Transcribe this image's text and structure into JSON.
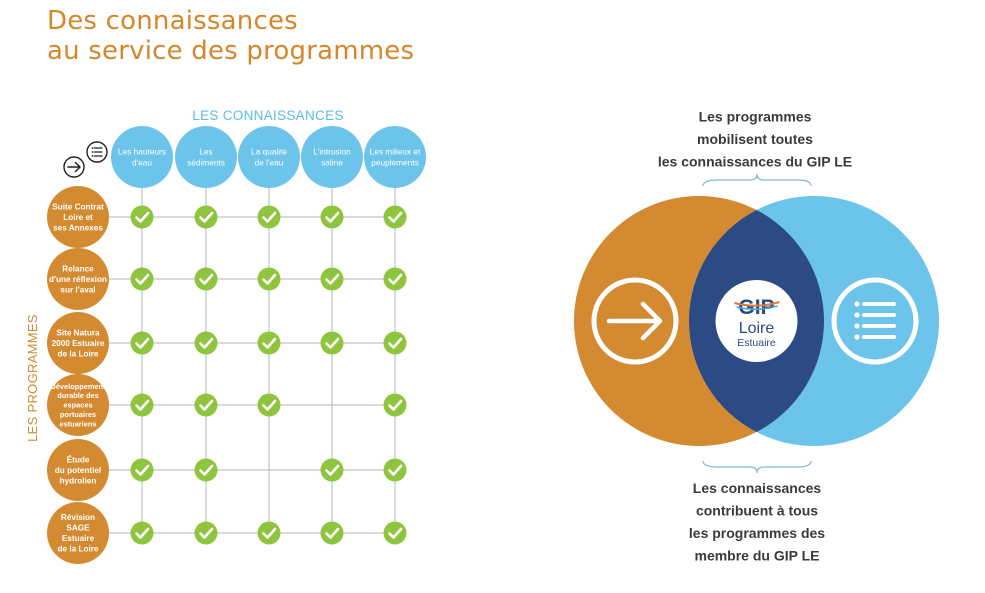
{
  "title": {
    "line1": "Des connaissances",
    "line2": "au service des programmes"
  },
  "colors": {
    "orange": "#d38a30",
    "blue": "#6cc4ea",
    "navy": "#2c4a84",
    "green": "#8fc43e",
    "grid": "#b6b6b6"
  },
  "matrix": {
    "columns_heading": "LES CONNAISSANCES",
    "rows_heading": "LES PROGRAMMES",
    "columns": [
      [
        "Les hauteurs",
        "d'eau"
      ],
      [
        "Les",
        "sédiments"
      ],
      [
        "La qualité",
        "de l'eau"
      ],
      [
        "L'intrusion",
        "saline"
      ],
      [
        "Les milieux et",
        "peuplements"
      ]
    ],
    "rows": [
      [
        "Suite Contrat",
        "Loire et",
        "ses Annexes"
      ],
      [
        "Relance",
        "d'une réflexion",
        "sur l'aval"
      ],
      [
        "Site Natura",
        "2000 Estuaire",
        "de la Loire"
      ],
      [
        "Développement",
        "durable des",
        "espaces",
        "portuaires",
        "estuariens"
      ],
      [
        "Étude",
        "du potentiel",
        "hydrolien"
      ],
      [
        "Révision",
        "SAGE",
        "Estuaire",
        "de la Loire"
      ]
    ],
    "checks": [
      [
        true,
        true,
        true,
        true,
        true
      ],
      [
        true,
        true,
        true,
        true,
        true
      ],
      [
        true,
        true,
        true,
        true,
        true
      ],
      [
        true,
        true,
        true,
        false,
        true
      ],
      [
        true,
        true,
        false,
        true,
        true
      ],
      [
        true,
        true,
        true,
        true,
        true
      ]
    ],
    "corner_icons": [
      "arrow-right-icon",
      "list-icon"
    ]
  },
  "venn": {
    "top_text": [
      "Les programmes",
      "mobilisent toutes",
      "les connaissances du GIP LE"
    ],
    "bottom_text": [
      "Les connaissances",
      "contribuent à tous",
      "les programmes des",
      "membre du GIP LE"
    ],
    "logo": {
      "line1": "GIP",
      "line2": "Loire",
      "line3": "Estuaire"
    },
    "left_icon": "arrow-right-icon",
    "right_icon": "list-icon"
  }
}
